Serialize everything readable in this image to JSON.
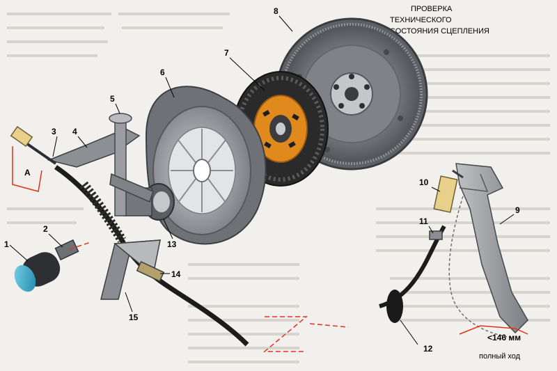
{
  "diagram": {
    "labels": {
      "a": "A",
      "n1": "1",
      "n2": "2",
      "n3": "3",
      "n4": "4",
      "n5": "5",
      "n6": "6",
      "n7": "7",
      "n8": "8",
      "n9": "9",
      "n10": "10",
      "n11": "11",
      "n12": "12",
      "n13": "13",
      "n14": "14",
      "n15": "15"
    },
    "dimension": "<146 мм",
    "full_stroke": "полный ход"
  },
  "background_text": {
    "heading_1": "ПРОВЕРКА",
    "heading_2": "ТЕХНИЧЕСКОГО",
    "heading_3": "СОСТОЯНИЯ СЦЕПЛЕНИЯ"
  },
  "colors": {
    "paper": "#f2f0ec",
    "metal_dark": "#4a4d52",
    "metal_mid": "#8a8d91",
    "metal_light": "#c9cbcd",
    "disc_orange": "#e08a1e",
    "cable_black": "#1c1c1c",
    "leader_red": "#e0311d",
    "bracket_yellow": "#e8d08a",
    "cylinder_cyan": "#39b7d9"
  }
}
